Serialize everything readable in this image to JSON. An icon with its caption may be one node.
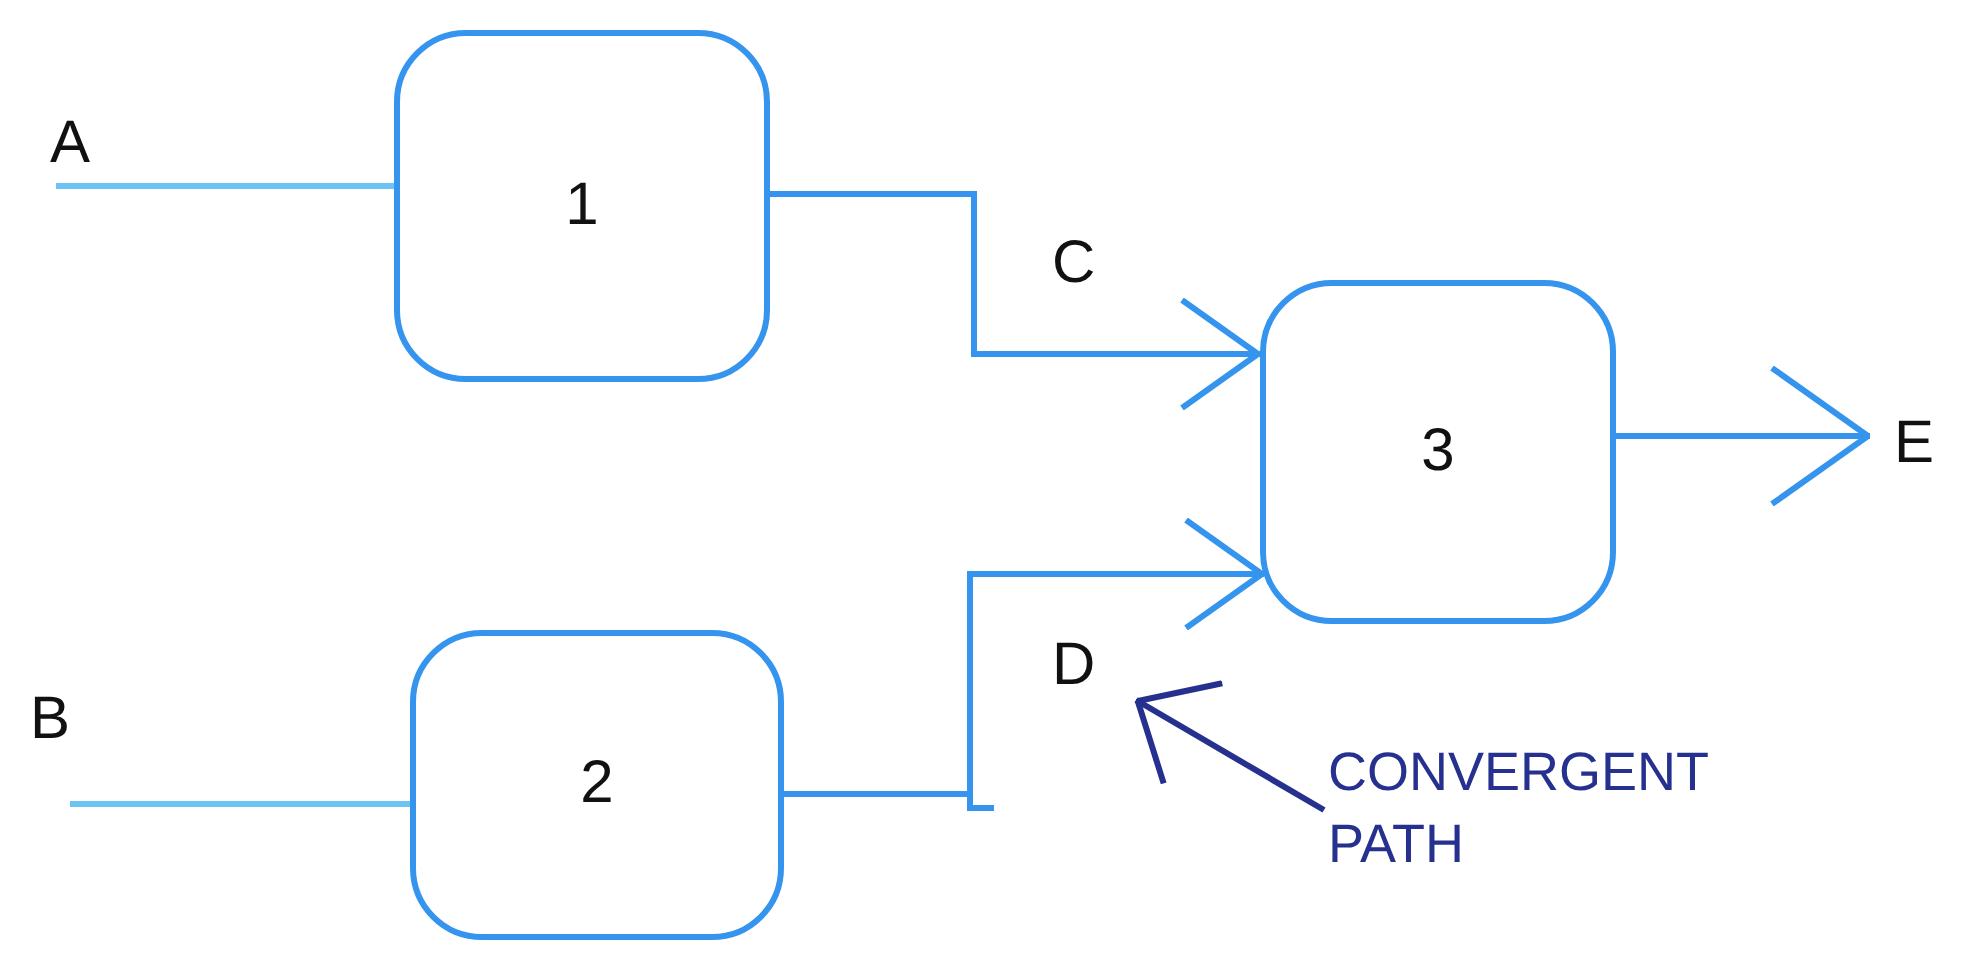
{
  "diagram": {
    "nodes": [
      {
        "text": [
          "A"
        ]
      },
      {
        "text": [
          "1"
        ]
      },
      {
        "text": [
          "B"
        ]
      },
      {
        "text": [
          "2"
        ]
      },
      {
        "text": [
          "3"
        ]
      },
      {
        "text": [
          "E"
        ]
      },
      {
        "text": [
          "CONVERGENT PATH"
        ]
      }
    ],
    "edges": [
      {
        "from": 0,
        "to": 1,
        "arrow": "none",
        "color": "#6cc4f4"
      },
      {
        "from": 2,
        "to": 3,
        "arrow": "none",
        "color": "#6cc4f4"
      },
      {
        "from": 1,
        "to": 4,
        "arrow": "to",
        "label": "C"
      },
      {
        "from": 3,
        "to": 4,
        "arrow": "to",
        "label": "D"
      },
      {
        "from": 4,
        "to": 5,
        "arrow": "to"
      },
      {
        "from": 6,
        "to": null,
        "arrow": "to",
        "color": "#26318f"
      }
    ]
  }
}
